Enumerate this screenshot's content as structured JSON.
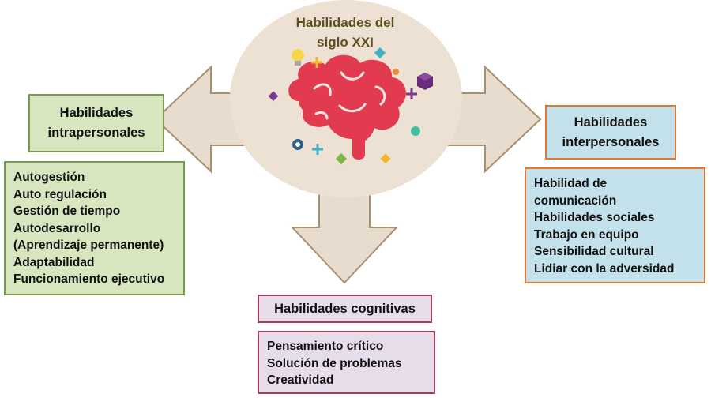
{
  "center": {
    "title_line1": "Habilidades del",
    "title_line2": "siglo XXI",
    "icon": "brain-icon"
  },
  "left": {
    "title_line1": "Habilidades",
    "title_line2": "intrapersonales",
    "items": [
      "Autogestión",
      "Auto regulación",
      "Gestión de tiempo",
      "Autodesarrollo",
      "(Aprendizaje permanente)",
      "Adaptabilidad",
      "Funcionamiento ejecutivo"
    ]
  },
  "right": {
    "title_line1": "Habilidades",
    "title_line2": "interpersonales",
    "items": [
      "Habilidad de",
      "comunicación",
      "Habilidades sociales",
      "Trabajo en equipo",
      "Sensibilidad cultural",
      "Lidiar con la adversidad"
    ]
  },
  "bottom": {
    "title": "Habilidades cognitivas",
    "items": [
      "Pensamiento crítico",
      "Solución de problemas",
      "Creatividad"
    ]
  },
  "colors": {
    "arrow_fill": "#e7dccd",
    "arrow_stroke": "#a8906c",
    "circle_fill": "#ede1d3",
    "brain": "#e23a4f",
    "green_box": "#d8e6c0",
    "blue_box": "#c3e1ea",
    "purple_box": "#e6dcea"
  }
}
